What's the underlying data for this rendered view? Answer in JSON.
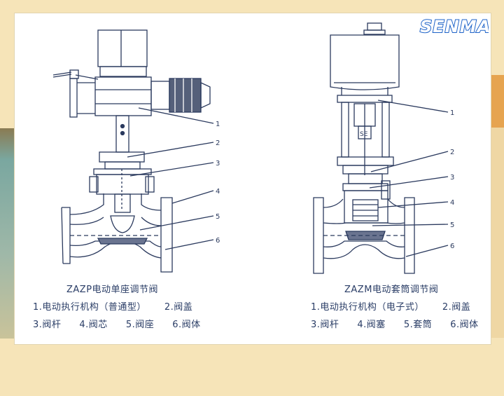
{
  "logo": {
    "text": "SENMA",
    "color": "#1e63c8"
  },
  "left_valve": {
    "title": "ZAZP电动单座调节阀",
    "legend_line1": [
      "1.电动执行机构（普通型）",
      "2.阀盖"
    ],
    "legend_line2": [
      "3.阀杆",
      "4.阀芯",
      "5.阀座",
      "6.阀体"
    ],
    "callouts": [
      "1",
      "2",
      "3",
      "4",
      "5",
      "6"
    ]
  },
  "right_valve": {
    "title": "ZAZM电动套筒调节阀",
    "legend_line1": [
      "1.电动执行机构（电子式）",
      "2.阀盖"
    ],
    "legend_line2": [
      "3.阀杆",
      "4.阀塞",
      "5.套筒",
      "6.阀体"
    ],
    "callouts": [
      "1",
      "2",
      "3",
      "4",
      "5",
      "6"
    ]
  },
  "colors": {
    "line": "#2b3a5e",
    "text": "#2a3d66",
    "background": "#f6e4b8"
  }
}
